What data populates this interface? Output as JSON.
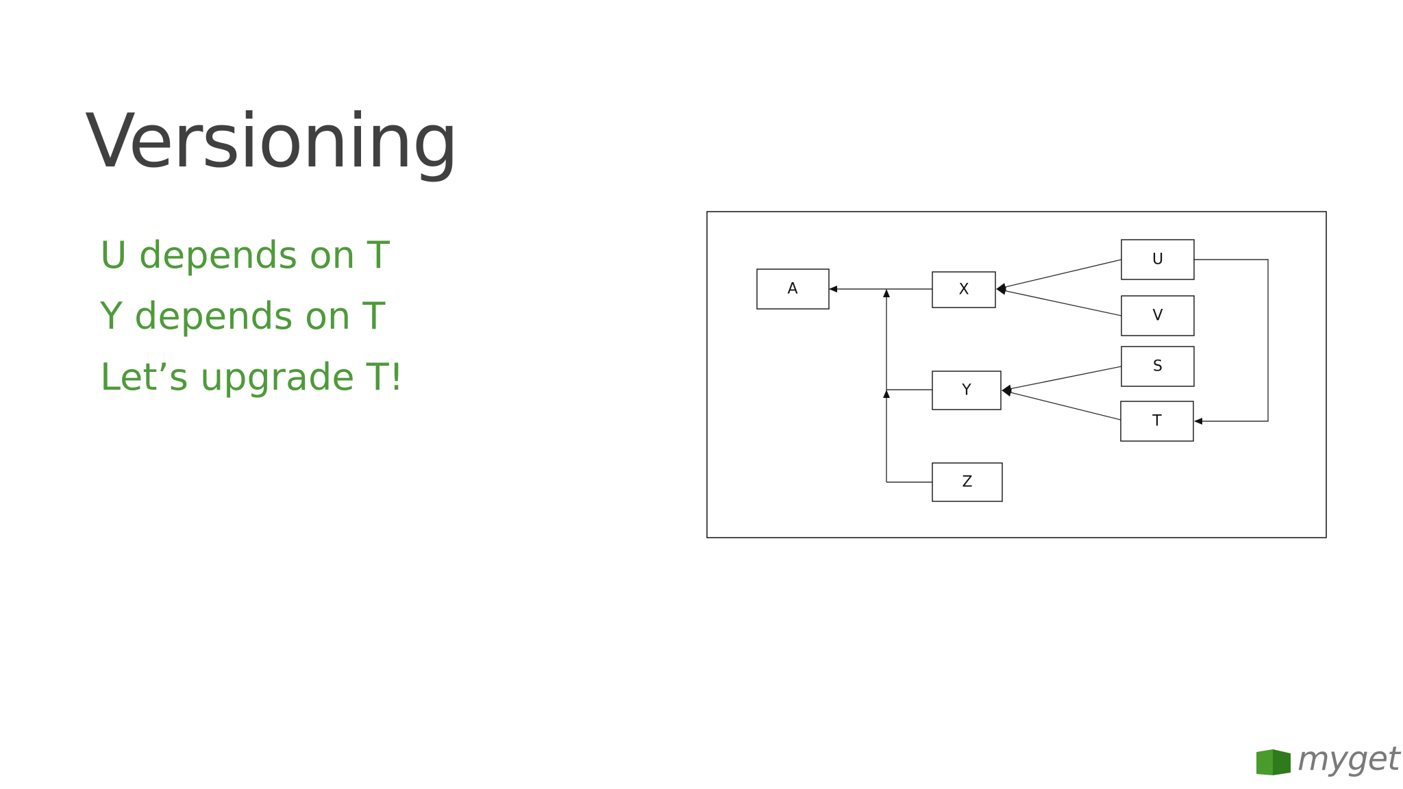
{
  "slide": {
    "title": "Versioning",
    "bullets": [
      "U depends on T",
      "Y depends on T",
      "Let’s upgrade T!"
    ]
  },
  "diagram": {
    "nodes": [
      "A",
      "X",
      "U",
      "V",
      "S",
      "Y",
      "T",
      "Z"
    ],
    "edges": [
      {
        "from": "U",
        "to": "X"
      },
      {
        "from": "V",
        "to": "X"
      },
      {
        "from": "S",
        "to": "Y"
      },
      {
        "from": "T",
        "to": "Y"
      },
      {
        "from": "U",
        "to": "T"
      },
      {
        "from": "X",
        "to": "A"
      },
      {
        "from": "Y",
        "to": "A"
      },
      {
        "from": "Z",
        "to": "A"
      }
    ]
  },
  "logo": {
    "text": "myget",
    "colors": {
      "accent": "#4a9a2c",
      "text": "#7a7a7a"
    }
  }
}
